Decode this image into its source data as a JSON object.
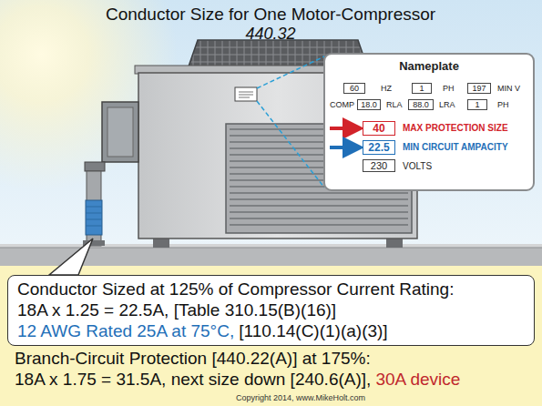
{
  "diagram": {
    "title": "Conductor Size for One Motor-Compressor",
    "nodes": [
      {
        "text": [
          "Nameplate"
        ]
      },
      {
        "text": [
          "Branch-Circuit Protection [440.22(A)] at 175%:",
          "18A x 1.75 = 31.5A, next size down [240.6(A)],",
          "30A device"
        ]
      },
      {
        "text": [
          "Conductor Sized at 125% of Compressor Current Rating:",
          "18A x 1.25 = 22.5A, [Table 310.15(B)(16)]",
          "12 AWG Rated 25A at 75°C,",
          "[110.14(C)(1)(a)(3)]"
        ],
        "in": 1
      }
    ],
    "labels": [
      "440.32",
      "60",
      "HZ",
      "1",
      "PH",
      "197",
      "MIN V",
      "COMP",
      "18.0",
      "RLA",
      "88.0",
      "LRA",
      "1",
      "PH",
      "40",
      "MAX PROTECTION SIZE",
      "22.5",
      "MIN CIRCUIT AMPACITY",
      "230",
      "VOLTS",
      "Copyright 2014, www.MikeHolt.com"
    ]
  }
}
